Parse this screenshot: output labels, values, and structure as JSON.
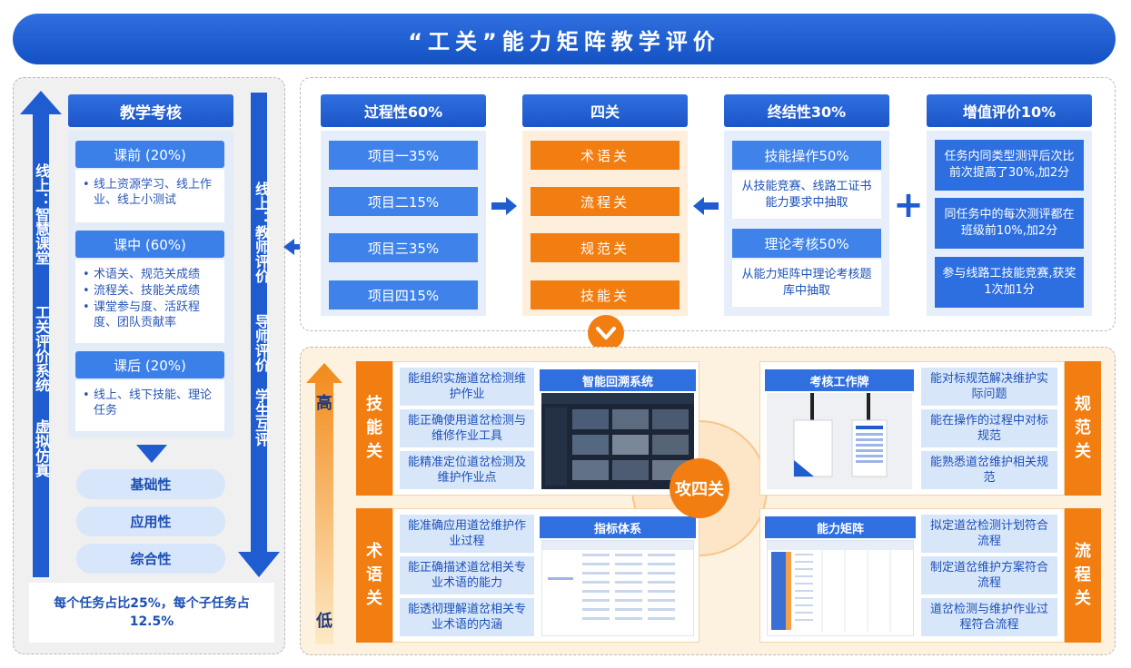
{
  "title": "“工关”能力矩阵教学评价",
  "left": {
    "left_arrow_label": "线上：智慧课堂 工关评价系统 虚拟仿真",
    "left_arrow_parts": [
      "线上：智慧课堂",
      "工关评价系统",
      "虚拟仿真"
    ],
    "right_arrow_parts": [
      "线上：教师评价",
      "导师评价",
      "学生互评"
    ],
    "header": "教学考核",
    "sections": [
      {
        "title": "课前 (20%)",
        "bullets": [
          "线上资源学习、线上作业、线上小测试"
        ]
      },
      {
        "title": "课中 (60%)",
        "bullets": [
          "术语关、规范关成绩",
          "流程关、技能关成绩",
          "课堂参与度、活跃程度、团队贡献率"
        ]
      },
      {
        "title": "课后 (20%)",
        "bullets": [
          "线上、线下技能、理论任务"
        ]
      }
    ],
    "pills": [
      "基础性",
      "应用性",
      "综合性"
    ],
    "footer": "每个任务占比25%，每个子任务占12.5%"
  },
  "top": {
    "process": {
      "header": "过程性60%",
      "items": [
        "项目一35%",
        "项目二15%",
        "项目三35%",
        "项目四15%"
      ]
    },
    "four_gates": {
      "header": "四关",
      "items": [
        "术语关",
        "流程关",
        "规范关",
        "技能关"
      ]
    },
    "summative": {
      "header": "终结性30%",
      "blocks": [
        {
          "title": "技能操作50%",
          "desc": "从技能竞赛、线路工证书能力要求中抽取"
        },
        {
          "title": "理论考核50%",
          "desc": "从能力矩阵中理论考核题库中抽取"
        }
      ]
    },
    "value_added": {
      "header": "增值评价10%",
      "items": [
        "任务内同类型测评后次比前次提高了30%,加2分",
        "同任务中的每次测评都在班级前10%,加2分",
        "参与线路工技能竞赛,获奖1次加1分"
      ]
    },
    "plus_symbol": "+"
  },
  "bottom": {
    "scale_high": "高",
    "scale_low": "低",
    "center": "攻四关",
    "skill_gate": {
      "label": "技能关",
      "items": [
        "能组织实施道岔检测维护作业",
        "能正确使用道岔检测与维修作业工具",
        "能精准定位道岔检测及维护作业点"
      ],
      "panel_title": "智能回溯系统"
    },
    "standard_gate": {
      "label": "规范关",
      "items": [
        "能对标规范解决维护实际问题",
        "能在操作的过程中对标规范",
        "能熟悉道岔维护相关规范"
      ],
      "panel_title": "考核工作牌"
    },
    "term_gate": {
      "label": "术语关",
      "items": [
        "能准确应用道岔维护作业过程",
        "能正确描述道岔相关专业术语的能力",
        "能透彻理解道岔相关专业术语的内涵"
      ],
      "panel_title": "指标体系"
    },
    "flow_gate": {
      "label": "流程关",
      "items": [
        "拟定道岔检测计划符合流程",
        "制定道岔维护方案符合流程",
        "道岔检测与维护作业过程符合流程"
      ],
      "panel_title": "能力矩阵"
    }
  },
  "colors": {
    "blue": "#1c56c8",
    "orange": "#f27d10",
    "light_blue": "#d8e6fa"
  }
}
